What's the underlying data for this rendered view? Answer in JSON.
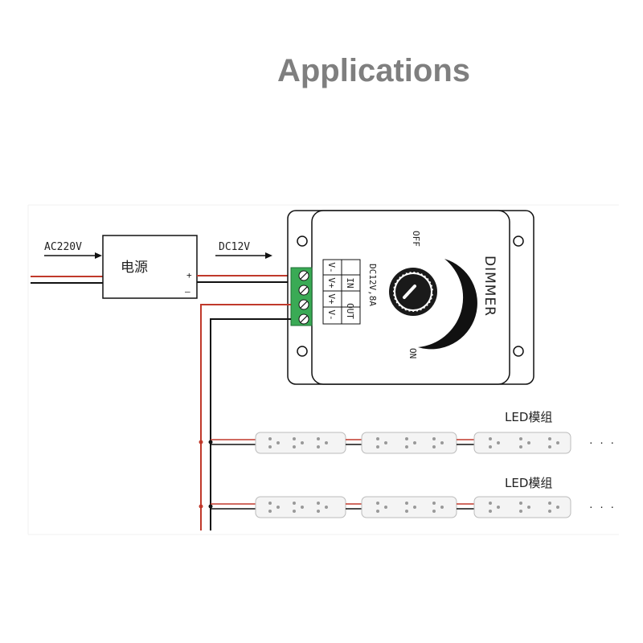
{
  "page": {
    "title": "Applications"
  },
  "power_supply": {
    "input_label": "AC220V",
    "name": "电源",
    "output_label": "DC12V",
    "plus_sign": "+",
    "minus_sign": "—"
  },
  "dimmer": {
    "title": "DIMMER",
    "rating": "DC12V,8A",
    "in_label": "IN",
    "out_label": "OUT",
    "terminal_labels": [
      "V-",
      "V+",
      "V+",
      "V-"
    ],
    "off_label": "OFF",
    "on_label": "ON"
  },
  "led_rows": [
    {
      "label": "LED模组",
      "ellipsis": "· · ·"
    },
    {
      "label": "LED模组",
      "ellipsis": "· · ·"
    }
  ],
  "colors": {
    "title": "#7f7f7f",
    "wire_red": "#c0392b",
    "wire_black": "#111111",
    "terminal_green": "#3aaa55"
  }
}
